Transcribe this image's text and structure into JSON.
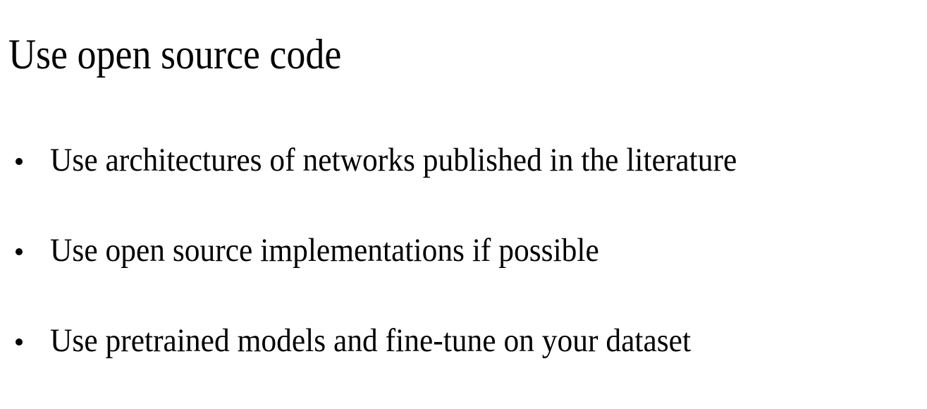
{
  "slide": {
    "title": "Use open source code",
    "background_color": "#ffffff",
    "text_color": "#000000",
    "bullet_marker": "•",
    "bullets": [
      {
        "text": "Use architectures of networks published in the literature"
      },
      {
        "text": "Use open source implementations if possible"
      },
      {
        "text": "Use pretrained models and fine-tune on your dataset"
      }
    ]
  }
}
